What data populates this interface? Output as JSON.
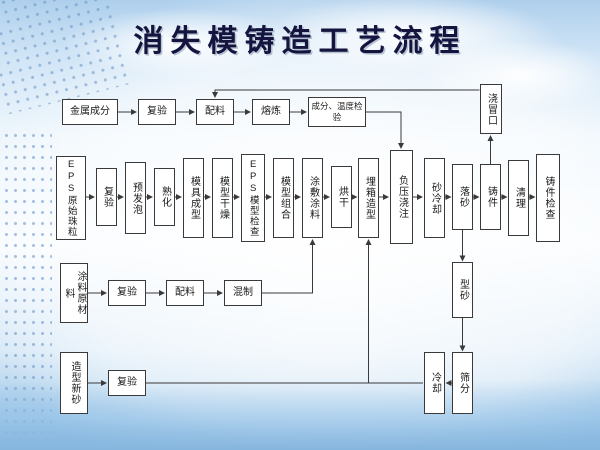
{
  "slide": {
    "title": "消失模铸造工艺流程"
  },
  "colors": {
    "title_text": "#14143f",
    "box_border": "#3a3a3a",
    "box_fill": "#ffffff",
    "sky": "#aecfec"
  },
  "flow": {
    "row1": {
      "metal_comp": "金属成分",
      "recheck": "复验",
      "batching": "配料",
      "melting": "熔炼",
      "comp_temp_check": "成分、温度检验",
      "riser": "浇冒口"
    },
    "row2": {
      "eps_beads": "EPS原始珠粒",
      "recheck": "复验",
      "prefoaming": "预发泡",
      "aging": "熟化",
      "mold_forming": "模具成型",
      "model_drying": "模型干燥",
      "eps_model_check": "EPS模型检查",
      "model_assembly": "模型组合",
      "coating_apply": "涂敷涂料",
      "drying": "烘干",
      "box_molding": "埋箱造型",
      "vacuum_pouring": "负压浇注",
      "sand_cooling": "砂冷却",
      "shakeout": "落砂",
      "casting": "铸件",
      "cleaning": "清理",
      "casting_inspect": "铸件检查"
    },
    "row3": {
      "coating_raw": "涂料原材料",
      "recheck": "复验",
      "batching": "配料",
      "mixing": "混制",
      "molding_sand": "型砂"
    },
    "row4": {
      "new_sand": "造型新砂",
      "recheck": "复验",
      "cooling": "冷却",
      "sieving": "筛分"
    }
  }
}
